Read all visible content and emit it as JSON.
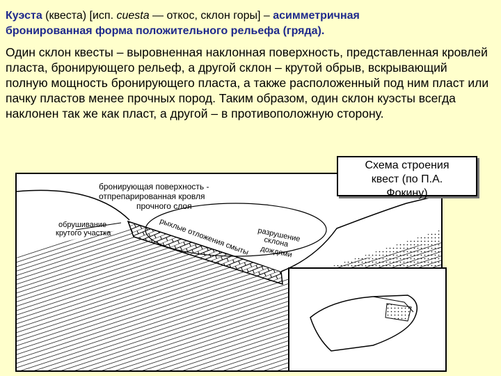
{
  "title": {
    "term": "Куэста",
    "note": " (квеста) [исп. ",
    "cuesta": "cuesta",
    "translation": " — откос, склон горы] – ",
    "def1": "асимметричная",
    "def2": "бронированная форма положительного рельефа (гряда)."
  },
  "paragraph": "Один склон квесты – выровненная наклонная поверхность, представленная кровлей пласта, бронирующего рельеф, а другой склон – крутой обрыв, вскрывающий полную мощность бронирующего пласта, а также расположенный под ним пласт или пачку пластов менее прочных пород. Таким образом, один склон куэсты всегда наклонен так же как пласт, а другой – в противоположную сторону.",
  "caption": {
    "line1": "Схема строения",
    "line2": "квест (по П.А.",
    "line3": "Фокину)"
  },
  "labels": {
    "armor_1": "бронирующая поверхность -",
    "armor_2": "отпрепарированная кровля",
    "armor_3": "прочного слоя",
    "collapse_1": "обрушивание",
    "collapse_2": "крутого участка",
    "loose": "рыхлые отложения смыты",
    "destroy_1": "разрушение",
    "destroy_2": "склона",
    "destroy_3": "дождями"
  }
}
